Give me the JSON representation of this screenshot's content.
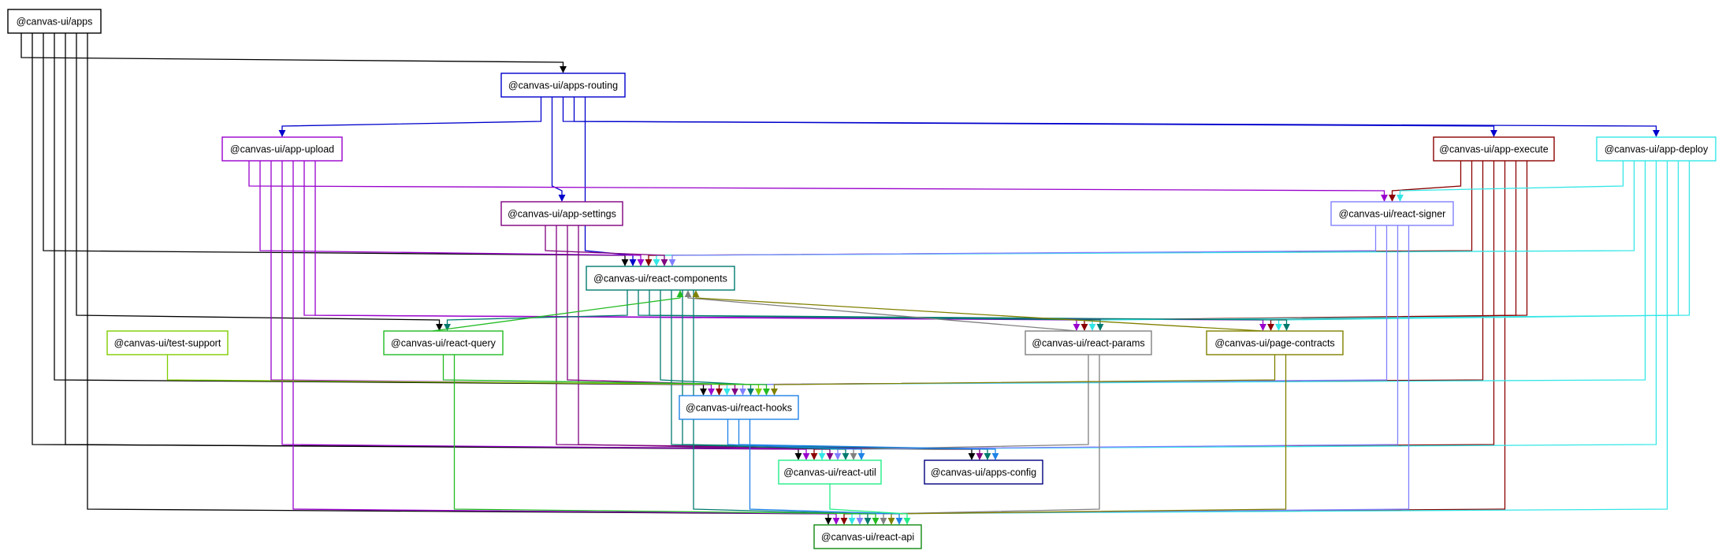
{
  "graph": {
    "nodes": [
      {
        "id": "apps",
        "label": "@canvas-ui/apps",
        "color": "#000000"
      },
      {
        "id": "apps-routing",
        "label": "@canvas-ui/apps-routing",
        "color": "#0000cc"
      },
      {
        "id": "app-upload",
        "label": "@canvas-ui/app-upload",
        "color": "#9900cc"
      },
      {
        "id": "app-execute",
        "label": "@canvas-ui/app-execute",
        "color": "#8b0000"
      },
      {
        "id": "app-deploy",
        "label": "@canvas-ui/app-deploy",
        "color": "#33e6e6"
      },
      {
        "id": "app-settings",
        "label": "@canvas-ui/app-settings",
        "color": "#800080"
      },
      {
        "id": "react-signer",
        "label": "@canvas-ui/react-signer",
        "color": "#8080ff"
      },
      {
        "id": "react-components",
        "label": "@canvas-ui/react-components",
        "color": "#007a6e"
      },
      {
        "id": "test-support",
        "label": "@canvas-ui/test-support",
        "color": "#7fcc00"
      },
      {
        "id": "react-query",
        "label": "@canvas-ui/react-query",
        "color": "#22bb22"
      },
      {
        "id": "react-params",
        "label": "@canvas-ui/react-params",
        "color": "#808080"
      },
      {
        "id": "page-contracts",
        "label": "@canvas-ui/page-contracts",
        "color": "#808000"
      },
      {
        "id": "react-hooks",
        "label": "@canvas-ui/react-hooks",
        "color": "#1e82e6"
      },
      {
        "id": "react-util",
        "label": "@canvas-ui/react-util",
        "color": "#22ee88"
      },
      {
        "id": "apps-config",
        "label": "@canvas-ui/apps-config",
        "color": "#000080"
      },
      {
        "id": "react-api",
        "label": "@canvas-ui/react-api",
        "color": "#118811"
      }
    ],
    "edges": [
      {
        "from": "apps",
        "to": "apps-routing"
      },
      {
        "from": "apps",
        "to": "apps-config"
      },
      {
        "from": "apps",
        "to": "react-components"
      },
      {
        "from": "apps",
        "to": "react-hooks"
      },
      {
        "from": "apps",
        "to": "react-util"
      },
      {
        "from": "apps",
        "to": "react-query"
      },
      {
        "from": "apps",
        "to": "react-api"
      },
      {
        "from": "apps-routing",
        "to": "app-upload"
      },
      {
        "from": "apps-routing",
        "to": "app-settings"
      },
      {
        "from": "apps-routing",
        "to": "app-execute"
      },
      {
        "from": "apps-routing",
        "to": "app-deploy"
      },
      {
        "from": "apps-routing",
        "to": "react-components"
      },
      {
        "from": "app-upload",
        "to": "react-signer"
      },
      {
        "from": "app-upload",
        "to": "react-components"
      },
      {
        "from": "app-upload",
        "to": "react-hooks"
      },
      {
        "from": "app-upload",
        "to": "react-util"
      },
      {
        "from": "app-upload",
        "to": "react-api"
      },
      {
        "from": "app-upload",
        "to": "page-contracts"
      },
      {
        "from": "app-upload",
        "to": "react-params"
      },
      {
        "from": "app-execute",
        "to": "react-signer"
      },
      {
        "from": "app-execute",
        "to": "react-components"
      },
      {
        "from": "app-execute",
        "to": "react-hooks"
      },
      {
        "from": "app-execute",
        "to": "react-util"
      },
      {
        "from": "app-execute",
        "to": "react-api"
      },
      {
        "from": "app-execute",
        "to": "page-contracts"
      },
      {
        "from": "app-execute",
        "to": "react-params"
      },
      {
        "from": "app-deploy",
        "to": "react-signer"
      },
      {
        "from": "app-deploy",
        "to": "react-components"
      },
      {
        "from": "app-deploy",
        "to": "react-hooks"
      },
      {
        "from": "app-deploy",
        "to": "react-util"
      },
      {
        "from": "app-deploy",
        "to": "react-api"
      },
      {
        "from": "app-deploy",
        "to": "page-contracts"
      },
      {
        "from": "app-deploy",
        "to": "react-params"
      },
      {
        "from": "app-settings",
        "to": "react-components"
      },
      {
        "from": "app-settings",
        "to": "apps-config"
      },
      {
        "from": "app-settings",
        "to": "react-hooks"
      },
      {
        "from": "app-settings",
        "to": "react-util"
      },
      {
        "from": "react-signer",
        "to": "react-components"
      },
      {
        "from": "react-signer",
        "to": "react-hooks"
      },
      {
        "from": "react-signer",
        "to": "react-util"
      },
      {
        "from": "react-signer",
        "to": "react-api"
      },
      {
        "from": "react-components",
        "to": "react-query"
      },
      {
        "from": "react-components",
        "to": "react-params"
      },
      {
        "from": "react-components",
        "to": "page-contracts"
      },
      {
        "from": "react-components",
        "to": "react-hooks"
      },
      {
        "from": "react-components",
        "to": "react-util"
      },
      {
        "from": "react-components",
        "to": "apps-config"
      },
      {
        "from": "react-components",
        "to": "react-api"
      },
      {
        "from": "test-support",
        "to": "react-hooks"
      },
      {
        "from": "react-query",
        "to": "react-components"
      },
      {
        "from": "react-query",
        "to": "react-hooks"
      },
      {
        "from": "react-query",
        "to": "react-api"
      },
      {
        "from": "react-params",
        "to": "react-components"
      },
      {
        "from": "react-params",
        "to": "react-util"
      },
      {
        "from": "react-params",
        "to": "react-api"
      },
      {
        "from": "page-contracts",
        "to": "react-components"
      },
      {
        "from": "page-contracts",
        "to": "react-hooks"
      },
      {
        "from": "page-contracts",
        "to": "react-api"
      },
      {
        "from": "react-hooks",
        "to": "react-util"
      },
      {
        "from": "react-hooks",
        "to": "apps-config"
      },
      {
        "from": "react-hooks",
        "to": "react-api"
      },
      {
        "from": "react-util",
        "to": "react-api"
      }
    ]
  }
}
